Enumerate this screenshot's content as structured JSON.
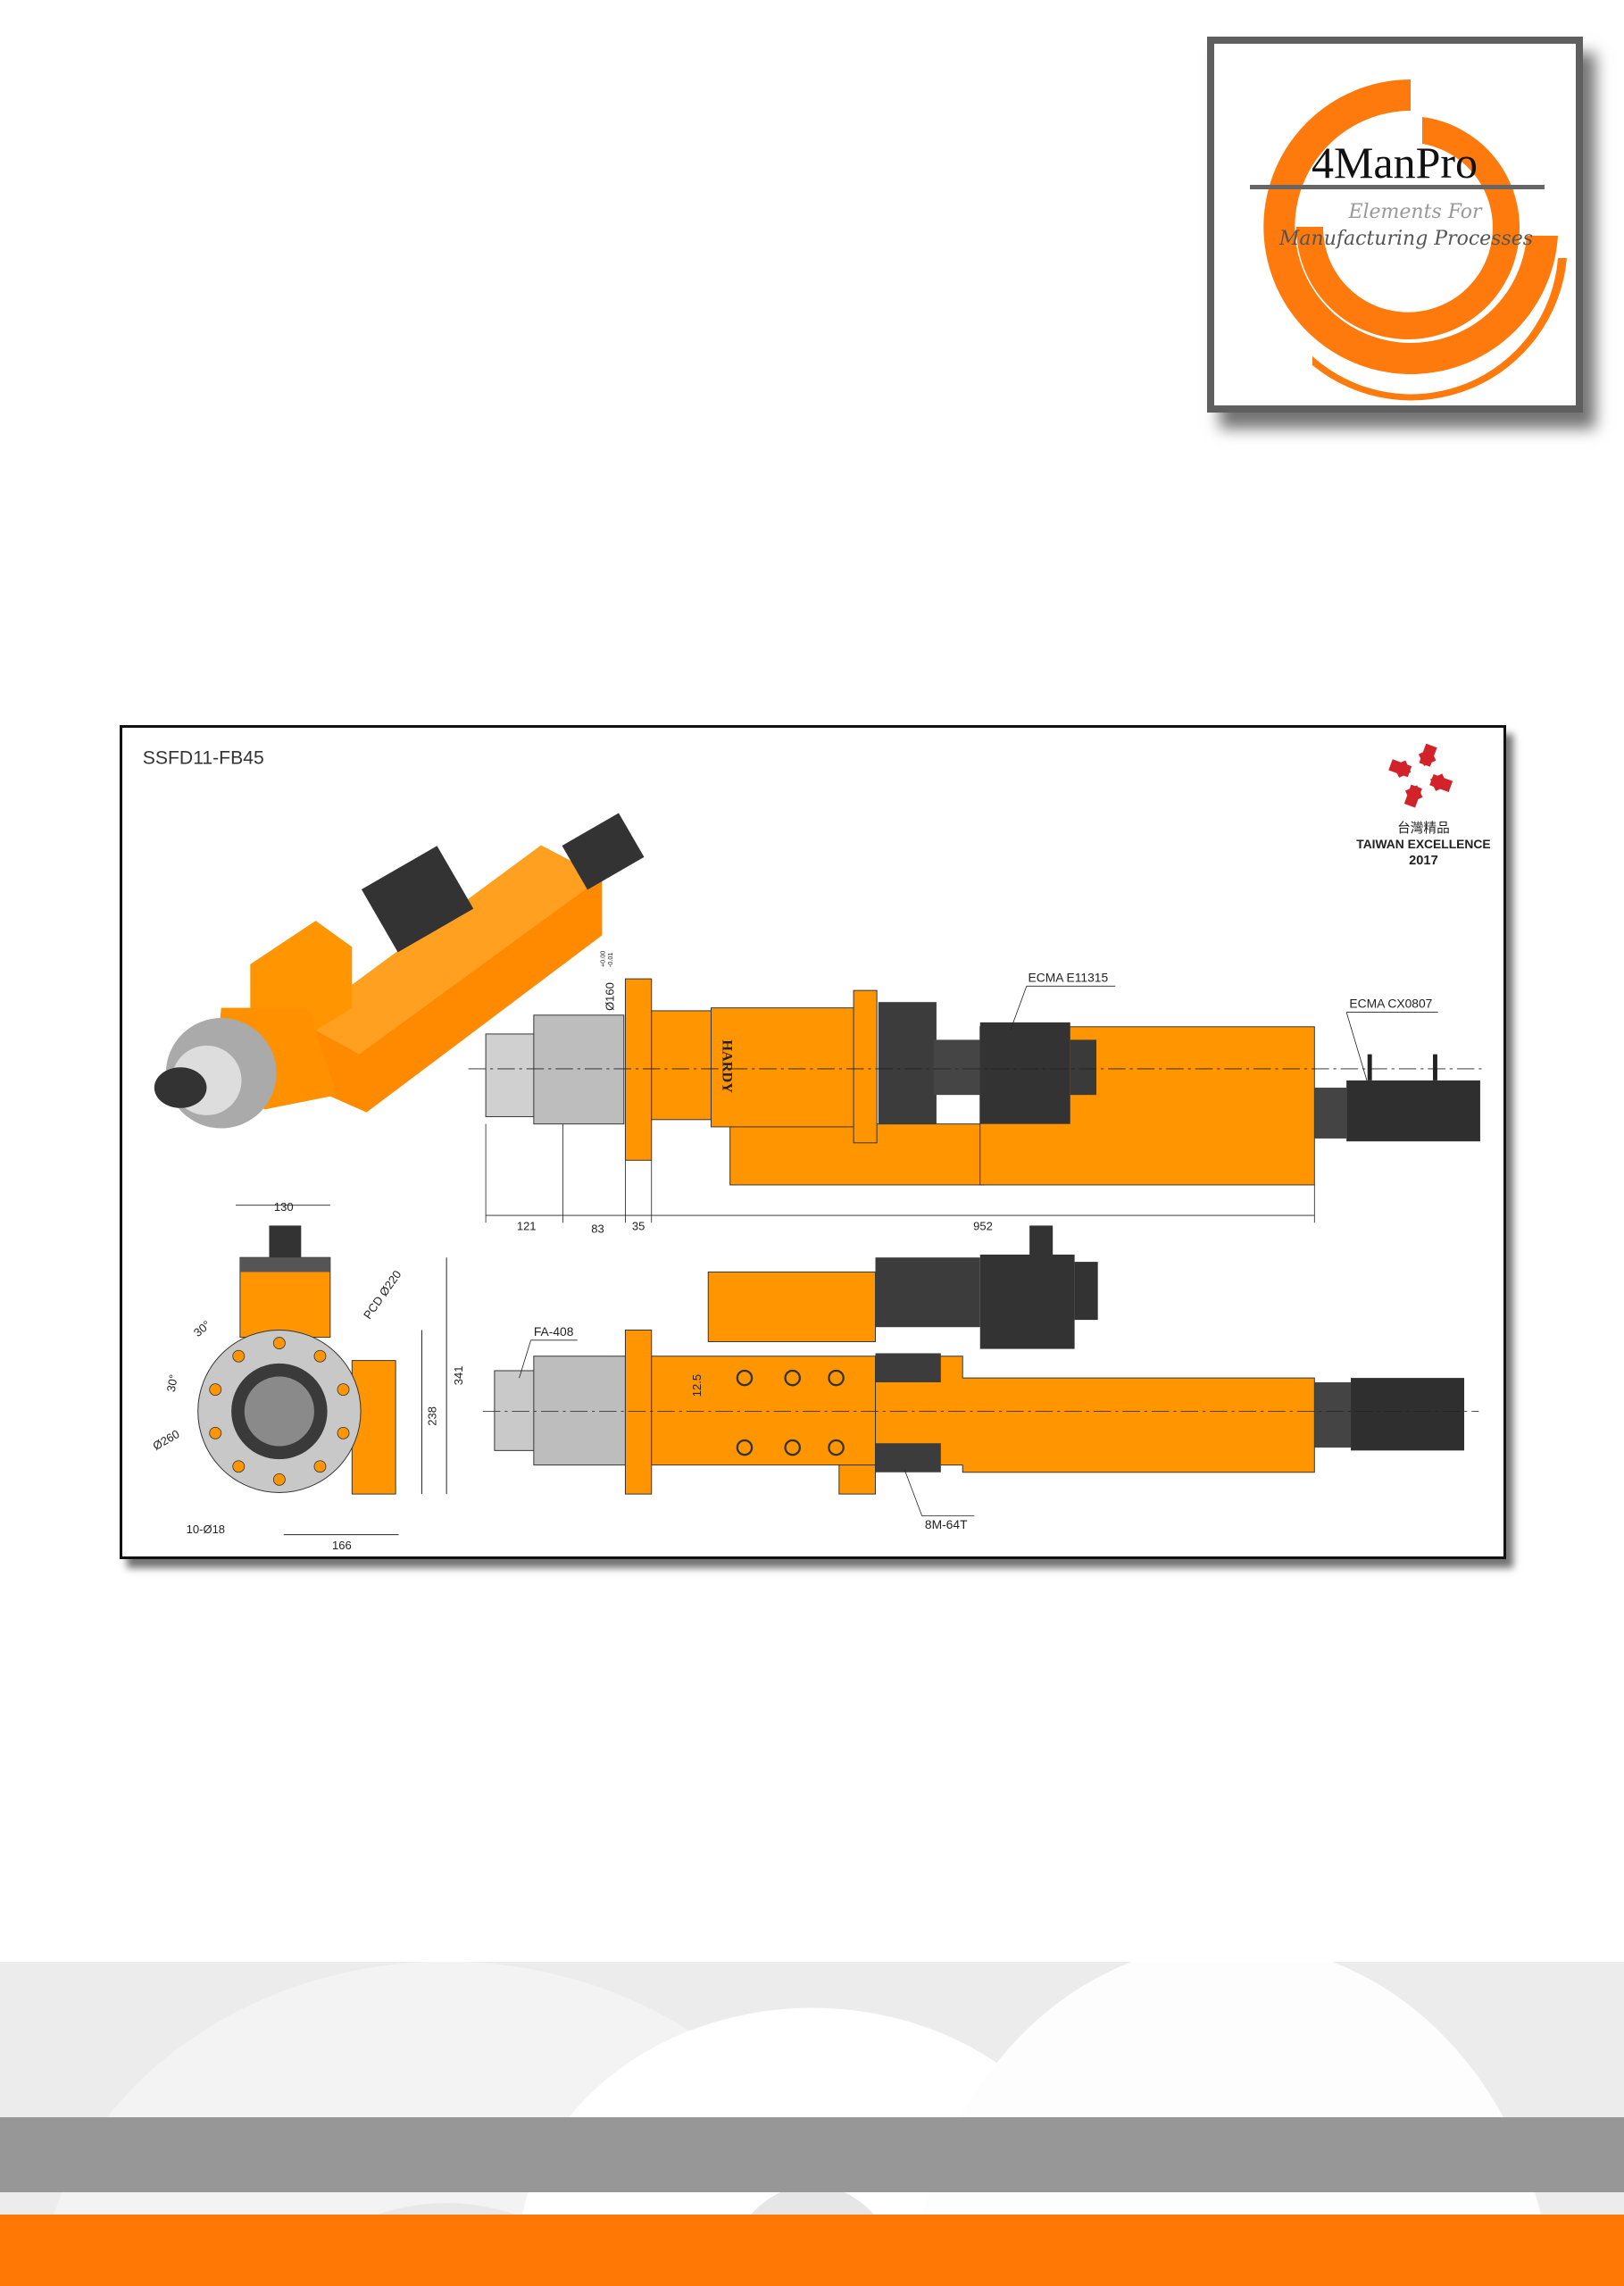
{
  "logo": {
    "brand": "4ManPro",
    "tagline_1": "Elements For",
    "tagline_2": "Manufacturing Processes",
    "orange": "#ff7a0d",
    "grey": "#666666"
  },
  "drawing": {
    "title": "SSFD11-FB45",
    "badge": {
      "chinese": "台灣精品",
      "line": "TAIWAN EXCELLENCE",
      "year": "2017",
      "red": "#d2232a"
    },
    "callouts": {
      "motor_main": "ECMA E11315",
      "motor_small": "ECMA CX0807",
      "collet": "FA-408",
      "belt": "8M-64T",
      "bolts": "10-Ø18",
      "pcd": "PCD Ø220",
      "flange_dia": "Ø260",
      "angle_1": "30°",
      "angle_2": "30°",
      "spindle_dia": "Ø160",
      "tol_plus": "+0.00",
      "tol_minus": "-0.01",
      "offset": "12.5",
      "brand_mark": "HARDY"
    },
    "dims": {
      "d121": "121",
      "d83": "83",
      "d35": "35",
      "d952": "952",
      "d130": "130",
      "d341": "341",
      "d238": "238",
      "d166": "166"
    },
    "colors": {
      "body": "#ff9500",
      "dark": "#3c3c3c",
      "steel": "#c8c8c8"
    }
  },
  "footer": {
    "band_grey": "#979797",
    "band_orange": "#ff7705"
  }
}
